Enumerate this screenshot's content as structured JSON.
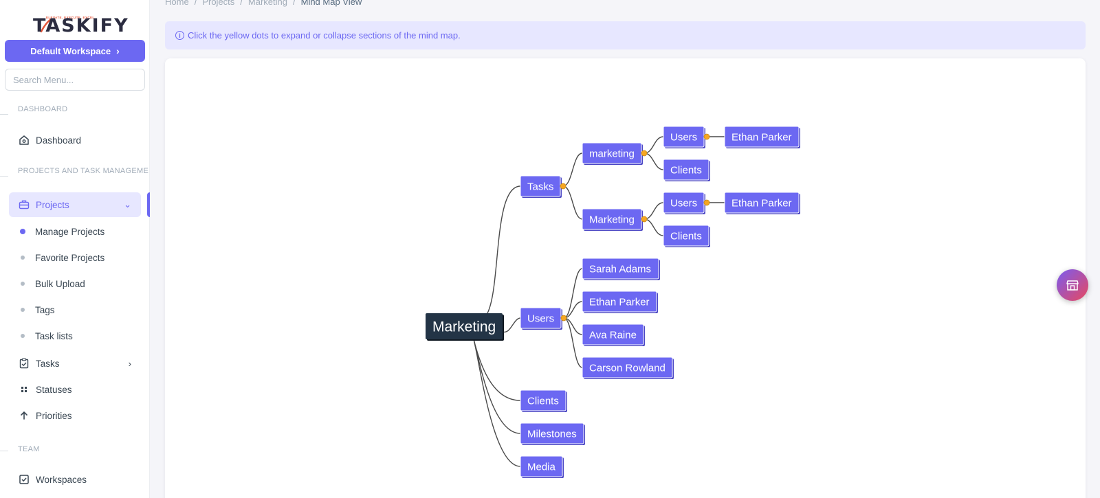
{
  "app": {
    "logo_text": "TASKIFY",
    "logo_tagline": "ELEVATE. EXECUTE. EXCEL"
  },
  "sidebar": {
    "workspace_button": "Default Workspace",
    "search_placeholder": "Search Menu...",
    "sections": [
      {
        "title": "DASHBOARD"
      },
      {
        "title": "PROJECTS AND TASK MANAGEMENT"
      },
      {
        "title": "TEAM"
      }
    ],
    "items": {
      "dashboard": "Dashboard",
      "projects": "Projects",
      "tasks": "Tasks",
      "statuses": "Statuses",
      "priorities": "Priorities",
      "workspaces": "Workspaces"
    },
    "project_subitems": [
      "Manage Projects",
      "Favorite Projects",
      "Bulk Upload",
      "Tags",
      "Task lists"
    ]
  },
  "breadcrumb": [
    "Home",
    "Projects",
    "Marketing",
    "Mind Map View"
  ],
  "info_banner": "Click the yellow dots to expand or collapse sections of the mind map.",
  "colors": {
    "accent": "#6c68f2",
    "node_fill": "#6c68f2",
    "root_fill": "#233446",
    "toggle_dot": "#f5a623"
  },
  "mindmap": {
    "root": "Marketing",
    "children": [
      {
        "label": "Tasks",
        "collapsible": true,
        "children": [
          {
            "label": "marketing",
            "collapsible": true,
            "children": [
              {
                "label": "Users",
                "collapsible": true,
                "children": [
                  {
                    "label": "Ethan Parker"
                  }
                ]
              },
              {
                "label": "Clients"
              }
            ]
          },
          {
            "label": "Marketing",
            "collapsible": true,
            "children": [
              {
                "label": "Users",
                "collapsible": true,
                "children": [
                  {
                    "label": "Ethan Parker"
                  }
                ]
              },
              {
                "label": "Clients"
              }
            ]
          }
        ]
      },
      {
        "label": "Users",
        "collapsible": true,
        "children": [
          {
            "label": "Sarah Adams"
          },
          {
            "label": "Ethan Parker"
          },
          {
            "label": "Ava Raine"
          },
          {
            "label": "Carson Rowland"
          }
        ]
      },
      {
        "label": "Clients"
      },
      {
        "label": "Milestones"
      },
      {
        "label": "Media"
      }
    ]
  }
}
